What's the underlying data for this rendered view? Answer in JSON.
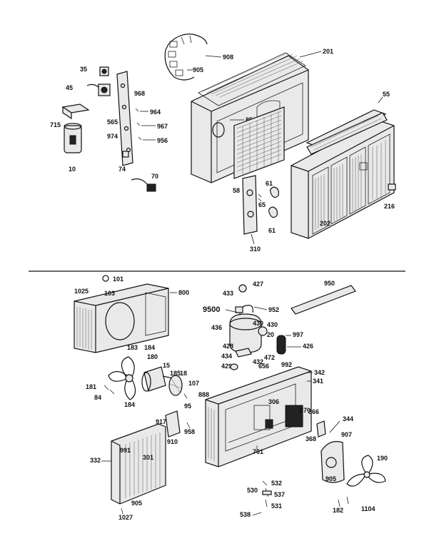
{
  "diagram": {
    "top_section_labels": {
      "p35": "35",
      "p45": "45",
      "p715": "715",
      "p10a": "10",
      "p968": "968",
      "p565": "565",
      "p964": "964",
      "p967": "967",
      "p974": "974",
      "p956": "956",
      "p74": "74",
      "p70": "70",
      "p908": "908",
      "p905": "905",
      "p201": "201",
      "p856": "856",
      "p55": "55",
      "p58": "58",
      "p61": "61",
      "p65": "65",
      "p61b": "61",
      "p202": "202",
      "p216": "216",
      "p310": "310"
    },
    "bottom_section_labels": {
      "p101": "101",
      "p1025": "1025",
      "p103": "103",
      "p800": "800",
      "p183": "183",
      "p184a": "184",
      "p180": "180",
      "p15": "15",
      "p185": "185",
      "p18": "18",
      "p181": "181",
      "p84": "84",
      "p184b": "184",
      "p107": "107",
      "p95": "95",
      "p9500": "9500",
      "p427": "427",
      "p433": "433",
      "p952": "952",
      "p430": "430",
      "p436": "436",
      "p428": "428",
      "p434": "434",
      "p429": "429",
      "p432": "432",
      "p472": "472",
      "p20": "20",
      "p997": "997",
      "p426": "426",
      "p950": "950",
      "p656": "656",
      "p992": "992",
      "p342": "342",
      "p341": "341",
      "p306": "306",
      "p870": "870",
      "p366": "366",
      "p917": "917",
      "p910": "910",
      "p958": "958",
      "p701": "701",
      "p368": "368",
      "p344": "344",
      "p907": "907",
      "p332": "332",
      "p301": "301",
      "p991": "991",
      "p905b": "905",
      "p1027": "1027",
      "p190": "190",
      "p888": "888",
      "p182": "182",
      "p1104": "1104",
      "p530": "530",
      "p537": "537",
      "p531": "531",
      "p532": "532",
      "p538": "538"
    }
  }
}
